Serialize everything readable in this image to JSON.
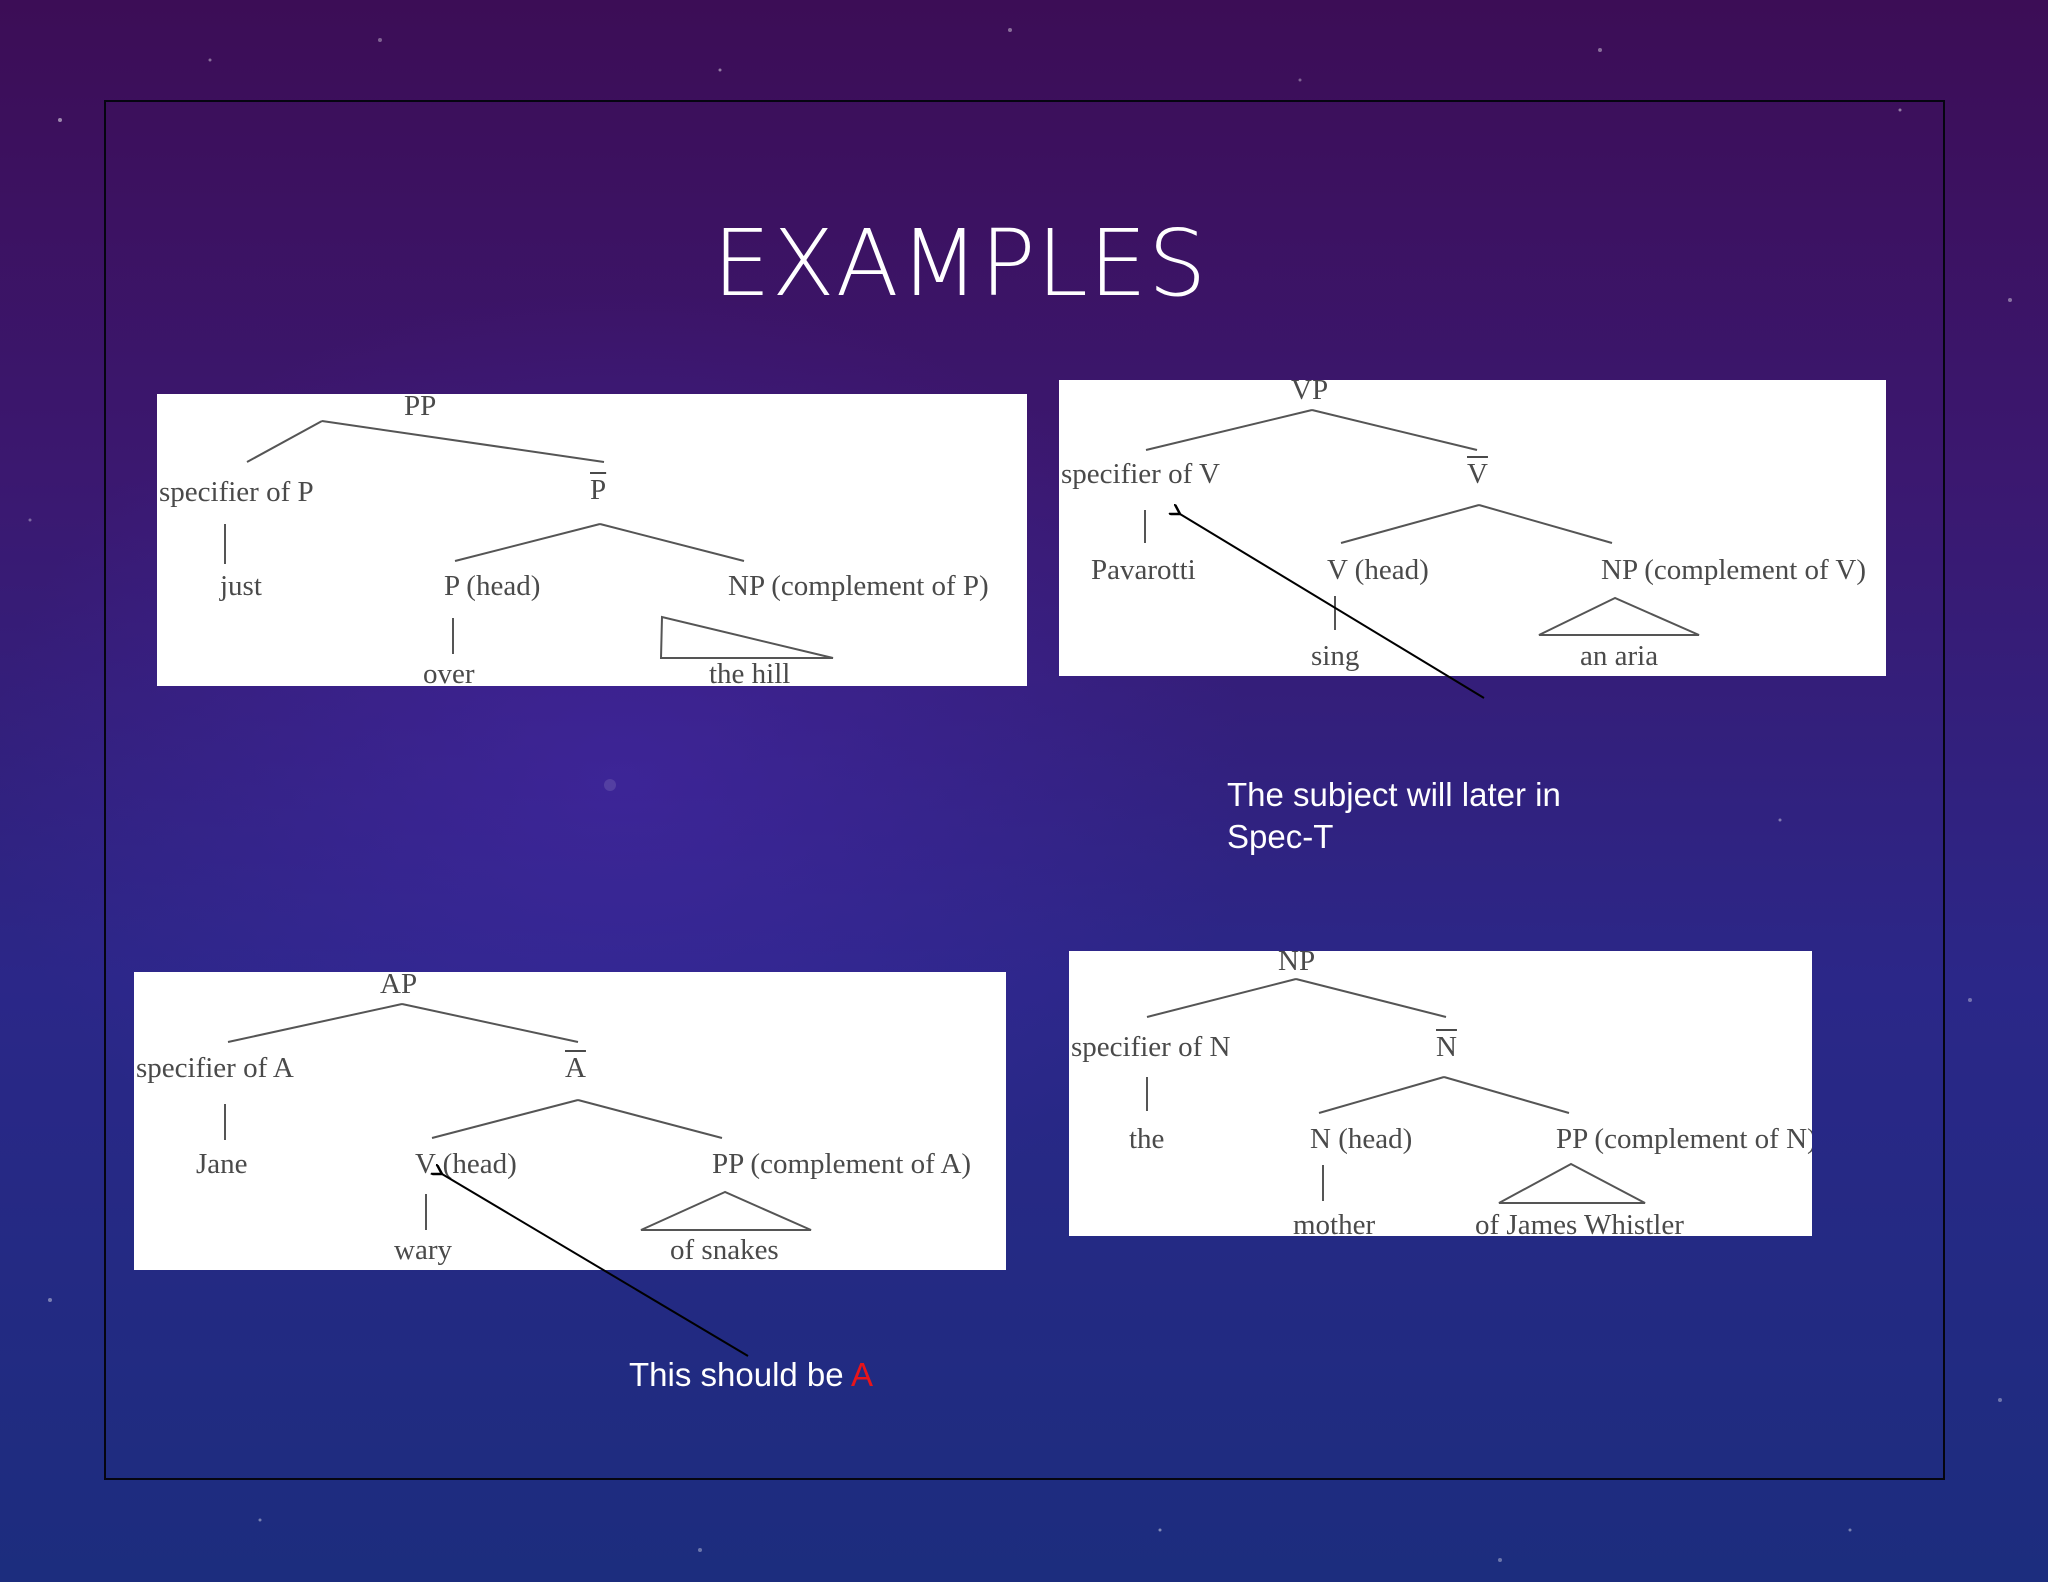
{
  "slide": {
    "title": "EXAMPLES",
    "colors": {
      "background": "#2e2278",
      "panel": "#ffffff",
      "note_text": "#ffffff",
      "accent": "#e8141a"
    }
  },
  "diagrams": {
    "pp": {
      "root": "PP",
      "specifier": "specifier of P",
      "specifier_word": "just",
      "bar": "P",
      "head": "P (head)",
      "head_word": "over",
      "complement": "NP (complement of P)",
      "complement_phrase": "the hill"
    },
    "vp": {
      "root": "VP",
      "specifier": "specifier of V",
      "specifier_word": "Pavarotti",
      "bar": "V",
      "head": "V (head)",
      "head_word": "sing",
      "complement": "NP (complement of V)",
      "complement_phrase": "an aria"
    },
    "ap": {
      "root": "AP",
      "specifier": "specifier of A",
      "specifier_word": "Jane",
      "bar": "A",
      "head": "V (head)",
      "head_word": "wary",
      "complement": "PP (complement of A)",
      "complement_phrase": "of snakes"
    },
    "np": {
      "root": "NP",
      "specifier": "specifier of N",
      "specifier_word": "the",
      "bar": "N",
      "head": "N (head)",
      "head_word": "mother",
      "complement": "PP (complement of N)",
      "complement_phrase": "of James Whistler"
    }
  },
  "annotations": {
    "subject_note": [
      "The subject will later in",
      "Spec-T"
    ],
    "correction_note": {
      "text": "This should be",
      "highlight": "A"
    }
  }
}
